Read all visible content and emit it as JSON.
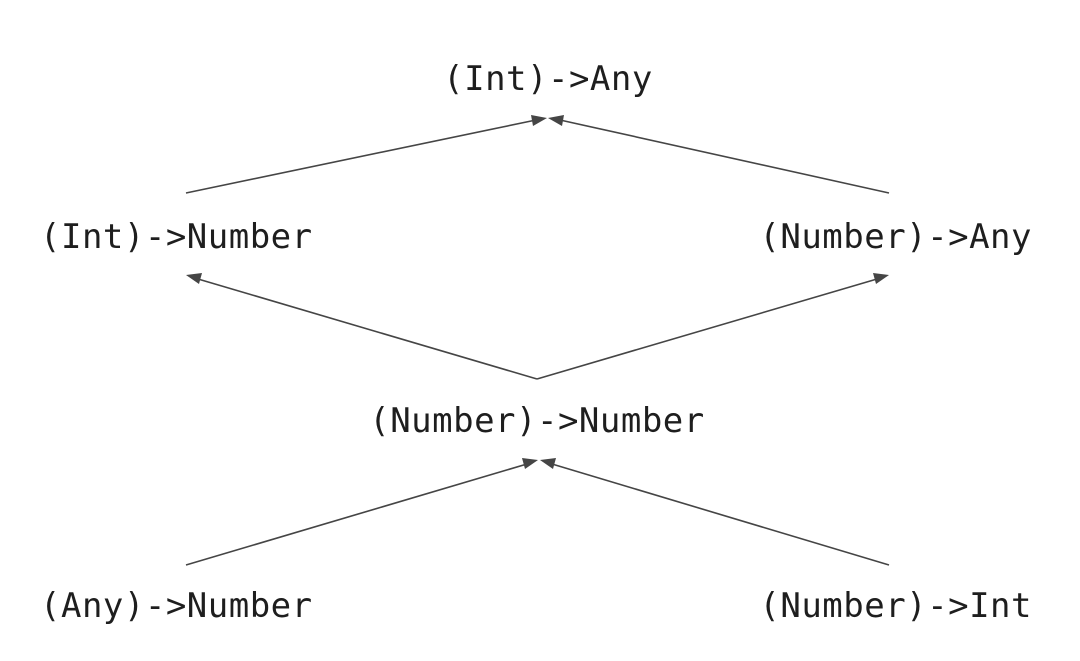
{
  "diagram": {
    "type": "subtype-lattice",
    "nodes": [
      {
        "id": "int_to_any",
        "label": "(Int)->Any"
      },
      {
        "id": "int_to_number",
        "label": "(Int)->Number"
      },
      {
        "id": "number_to_any",
        "label": "(Number)->Any"
      },
      {
        "id": "number_to_number",
        "label": "(Number)->Number"
      },
      {
        "id": "any_to_number",
        "label": "(Any)->Number"
      },
      {
        "id": "number_to_int",
        "label": "(Number)->Int"
      }
    ],
    "edges": [
      {
        "from": "int_to_number",
        "to": "int_to_any"
      },
      {
        "from": "number_to_any",
        "to": "int_to_any"
      },
      {
        "from": "number_to_number",
        "to": "int_to_number"
      },
      {
        "from": "number_to_number",
        "to": "number_to_any"
      },
      {
        "from": "any_to_number",
        "to": "number_to_number"
      },
      {
        "from": "number_to_int",
        "to": "number_to_number"
      }
    ],
    "colors": {
      "text": "#1e1e1e",
      "edge": "#454545",
      "background": "#ffffff"
    }
  }
}
